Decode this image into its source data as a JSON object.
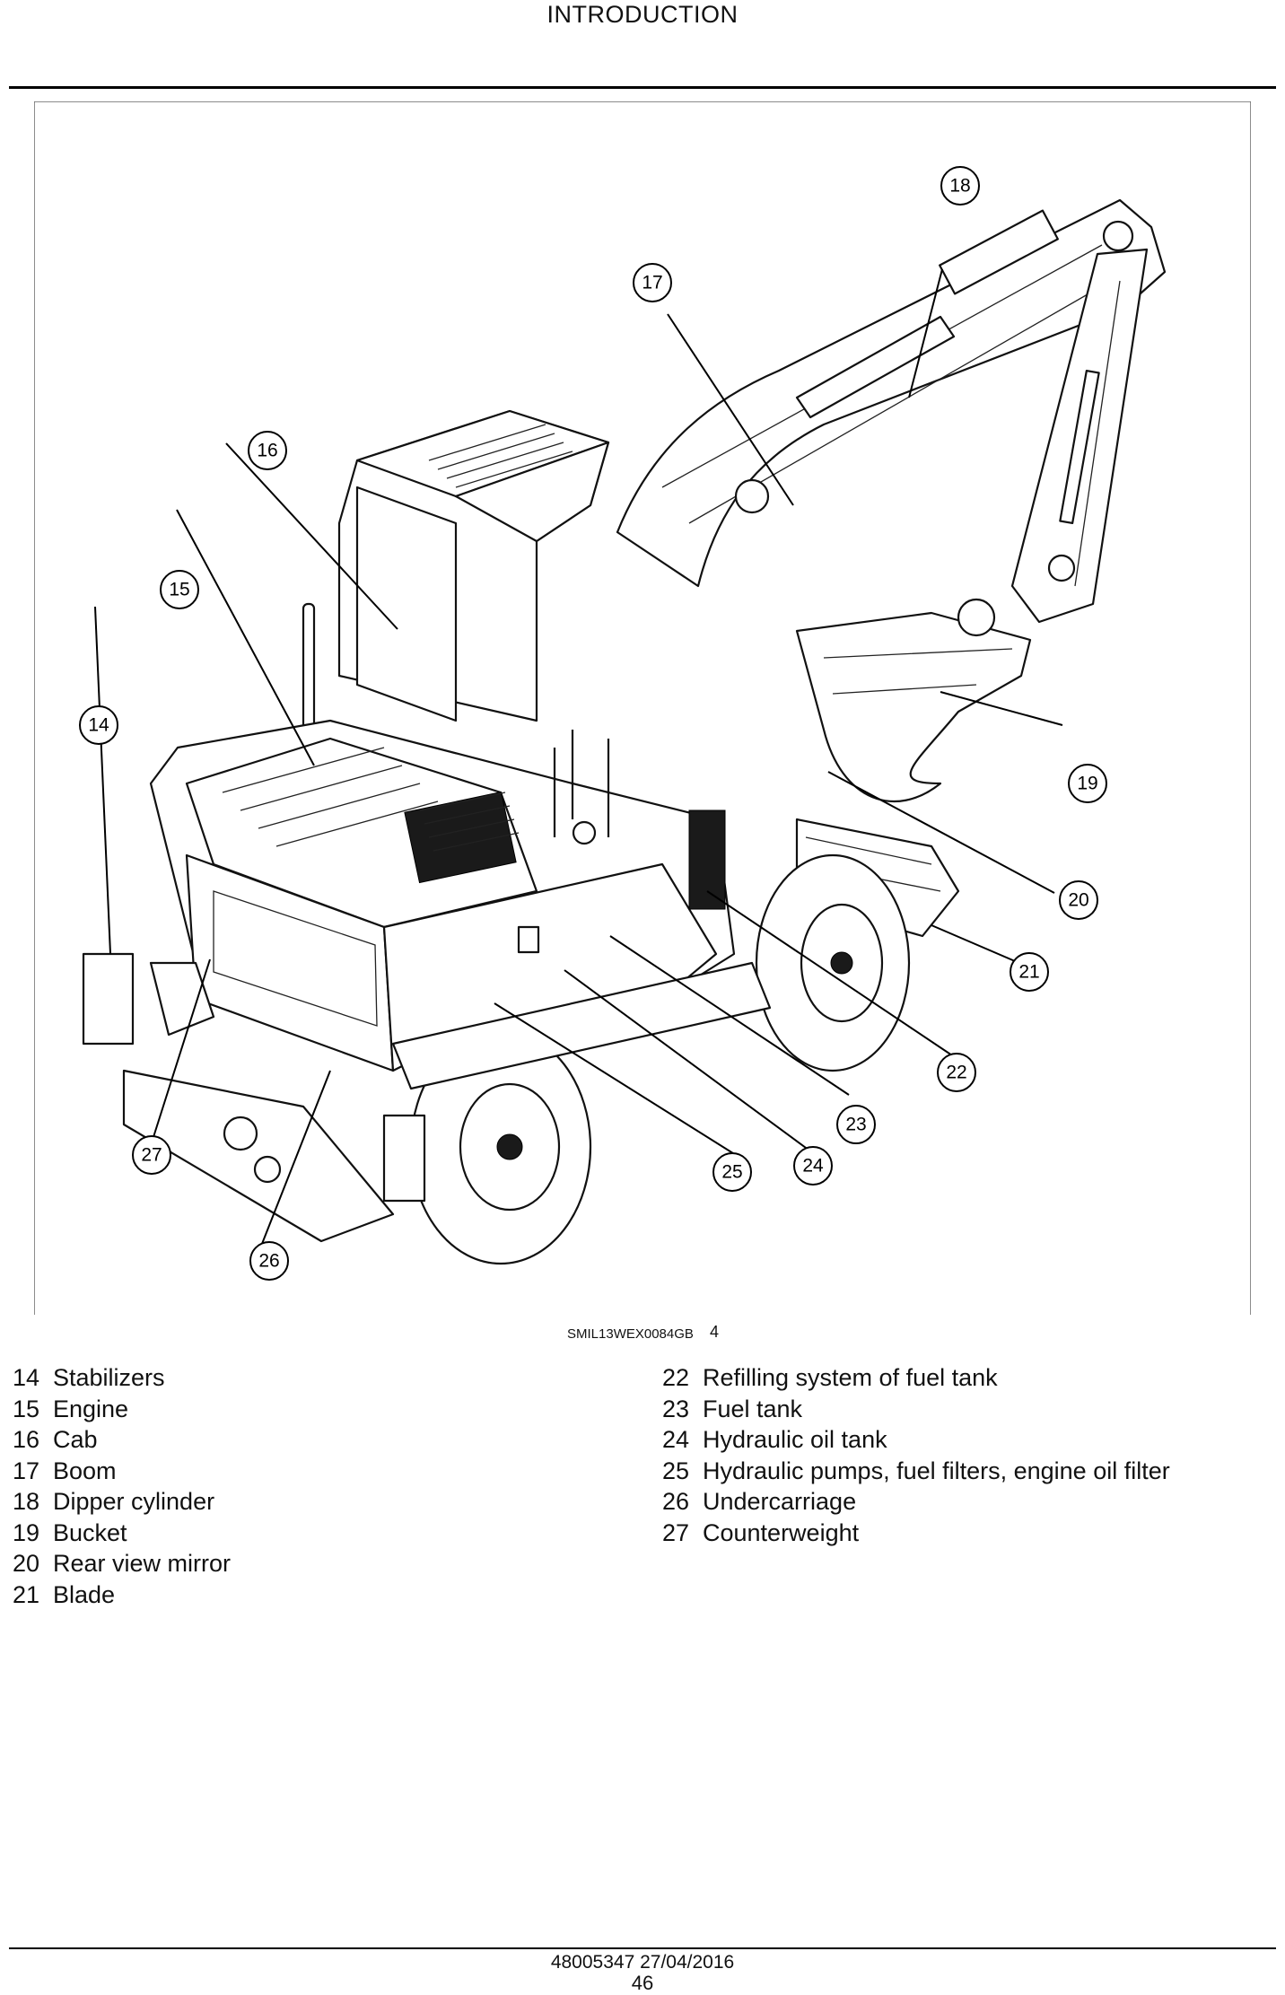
{
  "header": {
    "title": "INTRODUCTION"
  },
  "figure": {
    "code": "SMIL13WEX0084GB",
    "number": "4",
    "callouts": [
      "14",
      "15",
      "16",
      "17",
      "18",
      "19",
      "20",
      "21",
      "22",
      "23",
      "24",
      "25",
      "26",
      "27"
    ]
  },
  "legend": {
    "left": [
      {
        "num": "14",
        "label": "Stabilizers"
      },
      {
        "num": "15",
        "label": "Engine"
      },
      {
        "num": "16",
        "label": "Cab"
      },
      {
        "num": "17",
        "label": "Boom"
      },
      {
        "num": "18",
        "label": "Dipper cylinder"
      },
      {
        "num": "19",
        "label": "Bucket"
      },
      {
        "num": "20",
        "label": "Rear view mirror"
      },
      {
        "num": "21",
        "label": "Blade"
      }
    ],
    "right": [
      {
        "num": "22",
        "label": "Refilling system of fuel tank"
      },
      {
        "num": "23",
        "label": "Fuel tank"
      },
      {
        "num": "24",
        "label": "Hydraulic oil tank"
      },
      {
        "num": "25",
        "label": "Hydraulic pumps, fuel filters, engine oil filter"
      },
      {
        "num": "26",
        "label": "Undercarriage"
      },
      {
        "num": "27",
        "label": "Counterweight"
      }
    ]
  },
  "footer": {
    "doc_ref": "48005347 27/04/2016",
    "page": "46"
  }
}
